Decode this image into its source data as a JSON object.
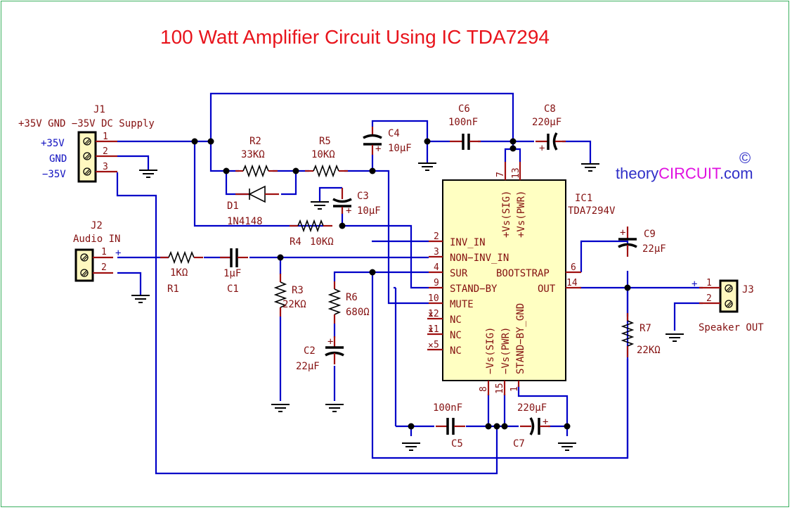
{
  "title": "100 Watt Amplifier Circuit Using IC TDA7294",
  "brand": {
    "part1": "theory",
    "part2": "CIRCUIT",
    "part3": ".com",
    "copyright": "©"
  },
  "colors": {
    "wire": "#0000c8",
    "lead": "#a01010",
    "label": "#841010",
    "title": "#e8141c",
    "ic_fill": "#ffffc2",
    "border": "#3cb060"
  },
  "connectors": {
    "j1": {
      "ref": "J1",
      "desc": "+35V GND −35V DC Supply",
      "pins": [
        "1",
        "2",
        "3"
      ],
      "nets": [
        "+35V",
        "GND",
        "−35V"
      ]
    },
    "j2": {
      "ref": "J2",
      "desc": "Audio IN",
      "pins": [
        "1",
        "2"
      ],
      "plus": "+"
    },
    "j3": {
      "ref": "J3",
      "desc": "Speaker OUT",
      "pins": [
        "1",
        "2"
      ],
      "plus": "+"
    }
  },
  "components": {
    "r1": {
      "ref": "R1",
      "value": "1KΩ"
    },
    "r2": {
      "ref": "R2",
      "value": "33KΩ"
    },
    "r3": {
      "ref": "R3",
      "value": "22KΩ"
    },
    "r4": {
      "ref": "R4",
      "value": "10KΩ"
    },
    "r5": {
      "ref": "R5",
      "value": "10KΩ"
    },
    "r6": {
      "ref": "R6",
      "value": "680Ω"
    },
    "r7": {
      "ref": "R7",
      "value": "22KΩ"
    },
    "c1": {
      "ref": "C1",
      "value": "1µF"
    },
    "c2": {
      "ref": "C2",
      "value": "22µF"
    },
    "c3": {
      "ref": "C3",
      "value": "10µF"
    },
    "c4": {
      "ref": "C4",
      "value": "10µF"
    },
    "c5": {
      "ref": "C5",
      "value": "100nF"
    },
    "c6": {
      "ref": "C6",
      "value": "100nF"
    },
    "c7": {
      "ref": "C7",
      "value": "220µF"
    },
    "c8": {
      "ref": "C8",
      "value": "220µF"
    },
    "c9": {
      "ref": "C9",
      "value": "22µF"
    },
    "d1": {
      "ref": "D1",
      "value": "1N4148"
    }
  },
  "ic": {
    "ref": "IC1",
    "part": "TDA7294V",
    "left_pins": [
      {
        "num": "2",
        "name": "INV_IN"
      },
      {
        "num": "3",
        "name": "NON−INV_IN"
      },
      {
        "num": "4",
        "name": "SUR"
      },
      {
        "num": "9",
        "name": "STAND−BY"
      },
      {
        "num": "10",
        "name": "MUTE"
      },
      {
        "num": "12",
        "name": "NC"
      },
      {
        "num": "11",
        "name": "NC"
      },
      {
        "num": "5",
        "name": "NC"
      }
    ],
    "right_pins": [
      {
        "num": "6",
        "name": "BOOTSTRAP"
      },
      {
        "num": "14",
        "name": "OUT"
      }
    ],
    "top_pins": [
      {
        "num": "7",
        "name": "+Vs(SIG)"
      },
      {
        "num": "13",
        "name": "+Vs(PWR)"
      }
    ],
    "bottom_pins": [
      {
        "num": "8",
        "name": "−Vs(SIG)"
      },
      {
        "num": "15",
        "name": "−Vs(PWR)"
      },
      {
        "num": "1",
        "name": "STAND−BY_GND"
      }
    ]
  },
  "misc": {
    "plus": "+"
  }
}
